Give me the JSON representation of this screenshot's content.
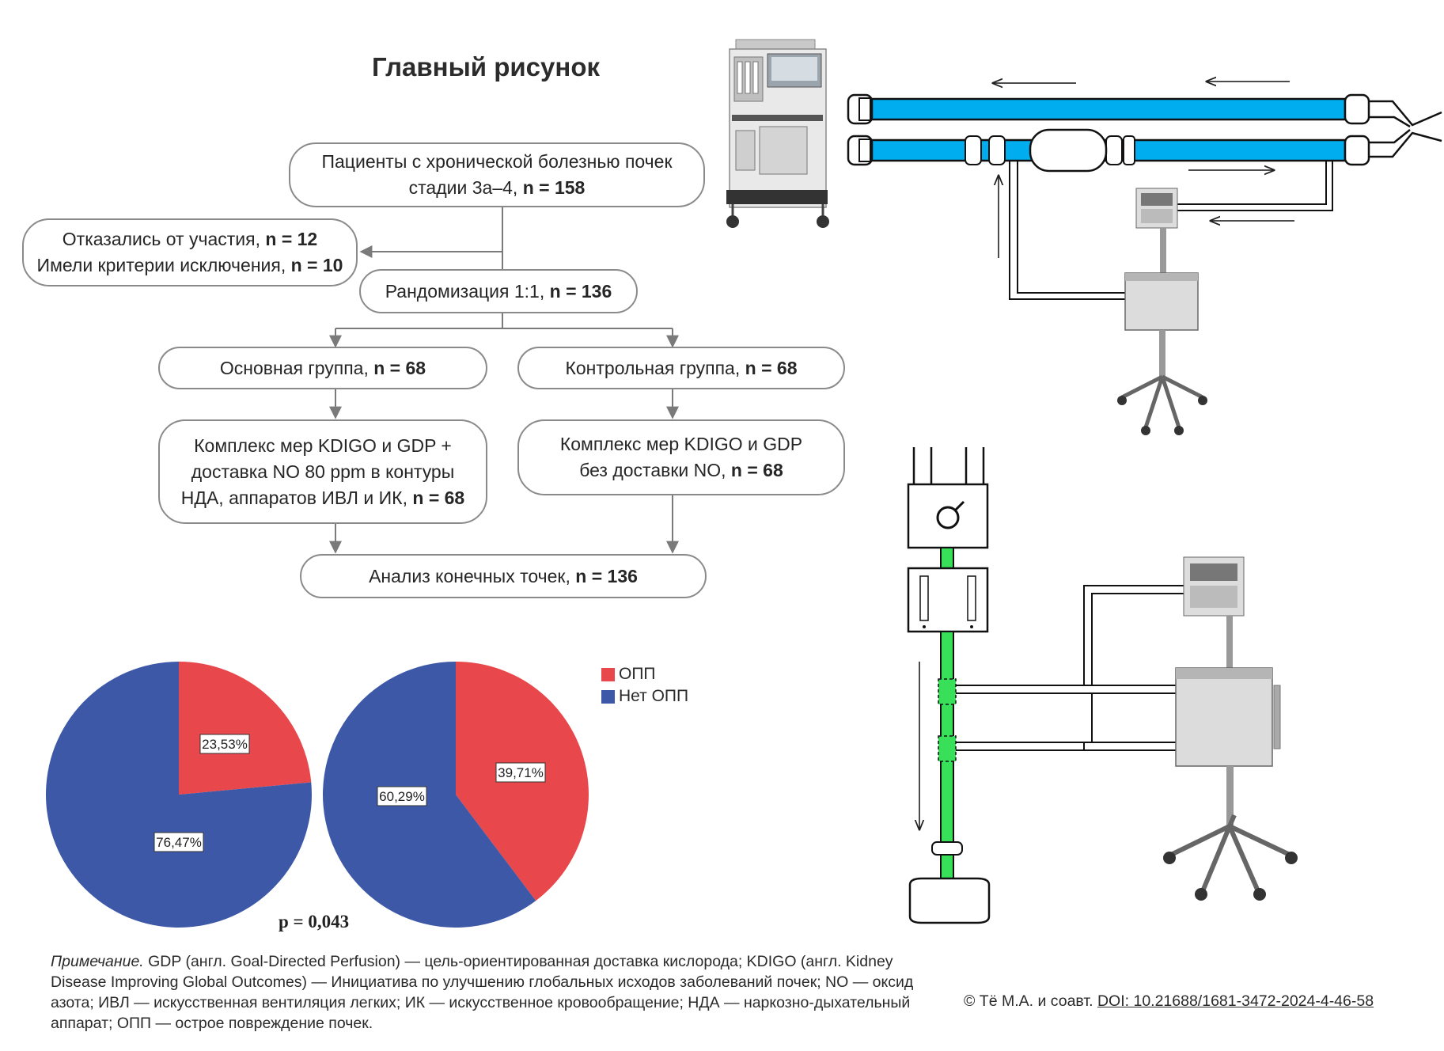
{
  "title": "Главный рисунок",
  "flow": {
    "patients": {
      "line1": "Пациенты с хронической болезнью почек",
      "line2": "стадии 3а–4, ",
      "n": "n = 158"
    },
    "refused": {
      "line1": "Отказались от участия, ",
      "n1": "n = 12",
      "line2": "Имели критерии исключения, ",
      "n2": "n = 10"
    },
    "randomization": {
      "text": "Рандомизация 1:1, ",
      "n": "n = 136"
    },
    "main_group": {
      "text": "Основная группа, ",
      "n": "n = 68"
    },
    "control_group": {
      "text": "Контрольная группа, ",
      "n": "n = 68"
    },
    "main_intervention": {
      "line1": "Комплекс мер KDIGO и GDP +",
      "line2": "доставка NO 80 ppm в контуры",
      "line3": "НДА, аппаратов ИВЛ и ИК, ",
      "n": "n = 68"
    },
    "control_intervention": {
      "line1": "Комплекс мер KDIGO и GDP",
      "line2": "без доставки NO, ",
      "n": "n = 68"
    },
    "analysis": {
      "text": "Анализ конечных точек, ",
      "n": "n = 136"
    }
  },
  "legend": {
    "aki": "ОПП",
    "no_aki": "Нет ОПП"
  },
  "colors": {
    "aki": "#e8474b",
    "no_aki": "#3e58a8",
    "tube": "#00aeef",
    "green": "#38e05a"
  },
  "chart_data": [
    {
      "type": "pie",
      "series": [
        {
          "name": "ОПП",
          "value": 23.53,
          "label": "23,53%"
        },
        {
          "name": "Нет ОПП",
          "value": 76.47,
          "label": "76,47%"
        }
      ]
    },
    {
      "type": "pie",
      "series": [
        {
          "name": "ОПП",
          "value": 39.71,
          "label": "39,71%"
        },
        {
          "name": "Нет ОПП",
          "value": 60.29,
          "label": "60,29%"
        }
      ]
    }
  ],
  "p_value": "p = 0,043",
  "note": {
    "lead": "Примечание.",
    "text": " GDP (англ. Goal-Directed Perfusion) — цель-ориентированная доставка кислорода; KDIGO (англ. Kidney Disease Improving Global Outcomes) — Инициатива по улучшению глобальных исходов заболеваний почек; NO — оксид азота; ИВЛ — искусственная вентиляция легких; ИК — искусственное кровообращение; НДА — наркозно-дыхательный аппарат; ОПП — острое повреждение почек."
  },
  "copyright": {
    "text": "© Тё М.А. и соавт. ",
    "doi": "DOI: 10.21688/1681-3472-2024-4-46-58"
  }
}
